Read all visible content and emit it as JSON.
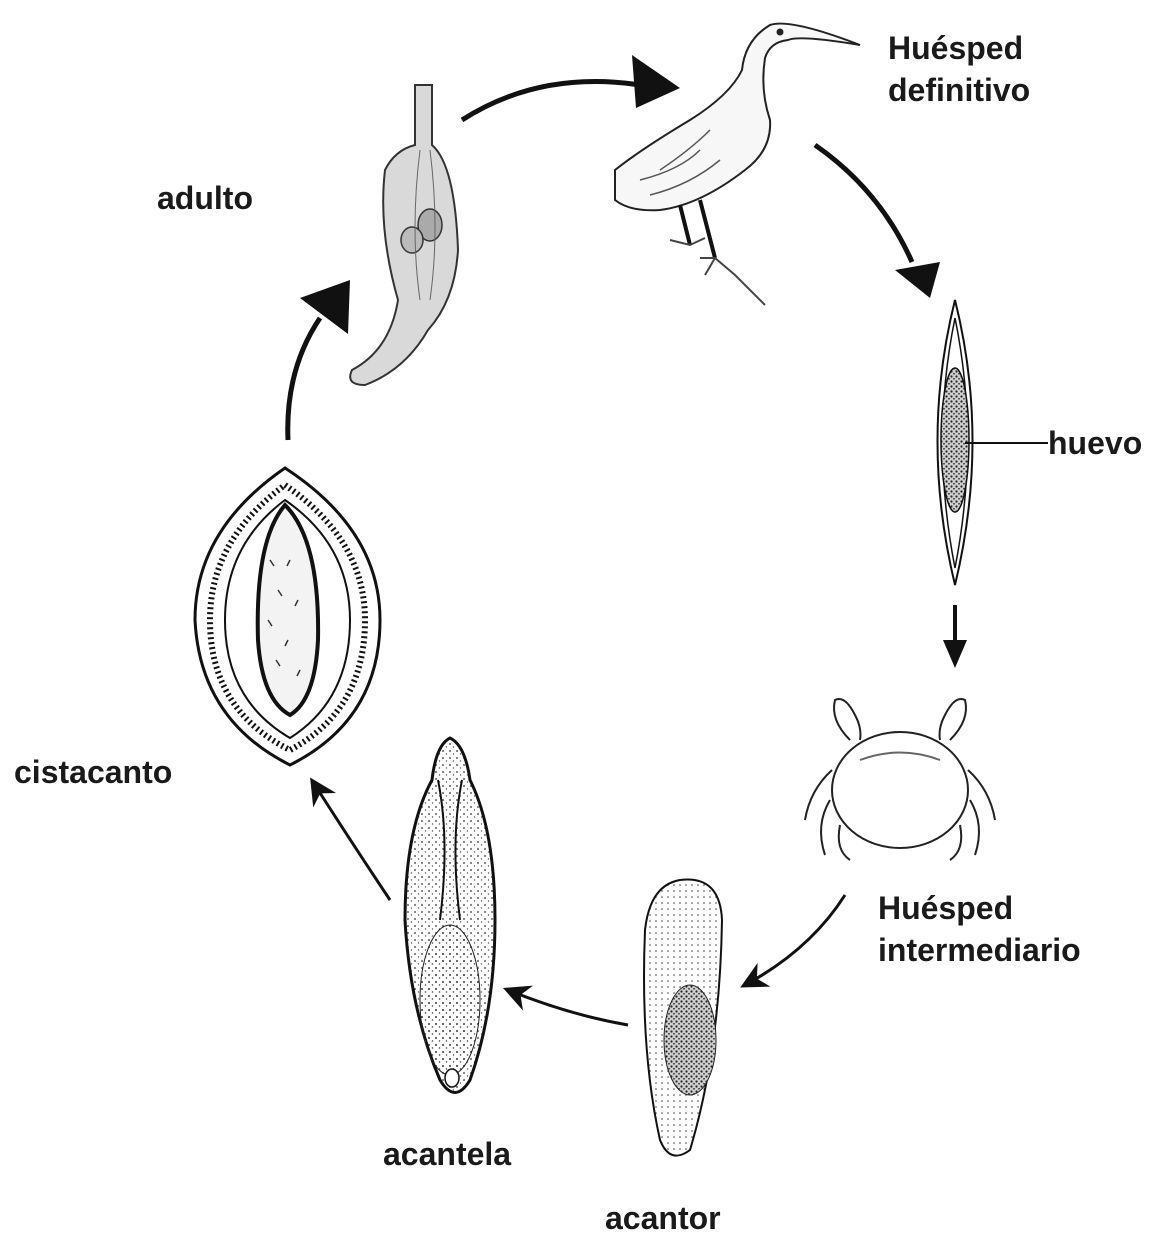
{
  "labels": {
    "definitive_host": "Huésped\ndefinitivo",
    "egg": "huevo",
    "intermediate_host": "Huésped\nintermediario",
    "acanthor": "acantor",
    "acanthella": "acantela",
    "cystacanth": "cistacanto",
    "adult": "adulto"
  },
  "colors": {
    "line": "#111111",
    "text": "#1a1a1a",
    "adult_fill": "#d9d9d9"
  }
}
